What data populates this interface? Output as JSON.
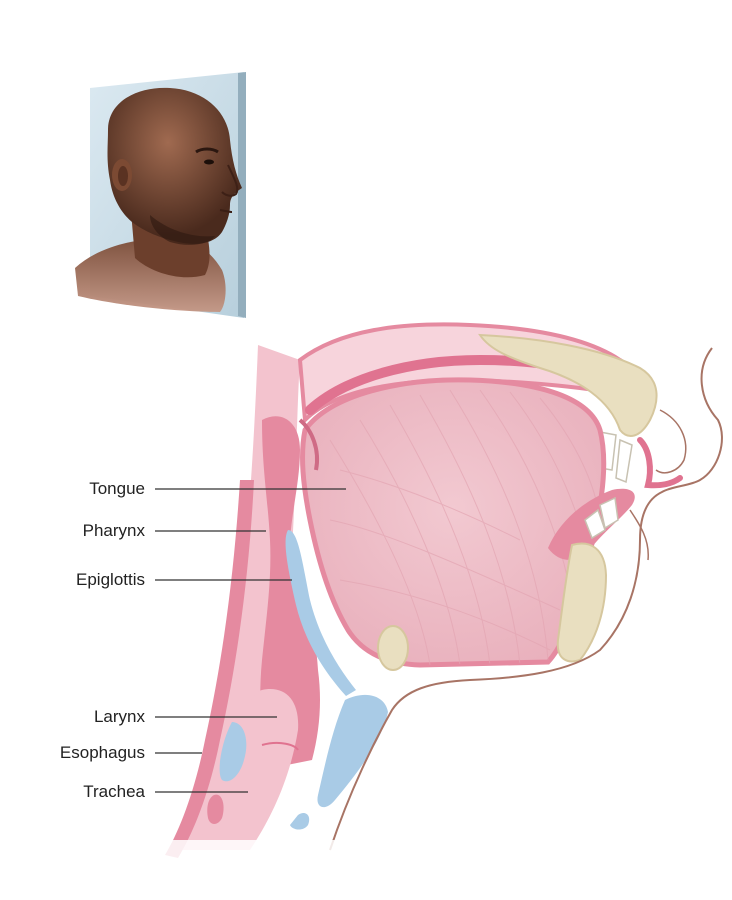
{
  "labels": {
    "tongue": "Tongue",
    "pharynx": "Pharynx",
    "epiglottis": "Epiglottis",
    "larynx": "Larynx",
    "esophagus": "Esophagus",
    "trachea": "Trachea"
  },
  "colors": {
    "tissue_pink": "#e58aa0",
    "tissue_light": "#f3c3ce",
    "tongue_fill": "#f1c9d0",
    "cartilage_blue": "#a9cbe6",
    "bone_tan": "#e9dfc0",
    "skin_outline": "#a87465",
    "leader_line": "#333333"
  },
  "inset_photo": {
    "icon": "head-profile-photo"
  }
}
